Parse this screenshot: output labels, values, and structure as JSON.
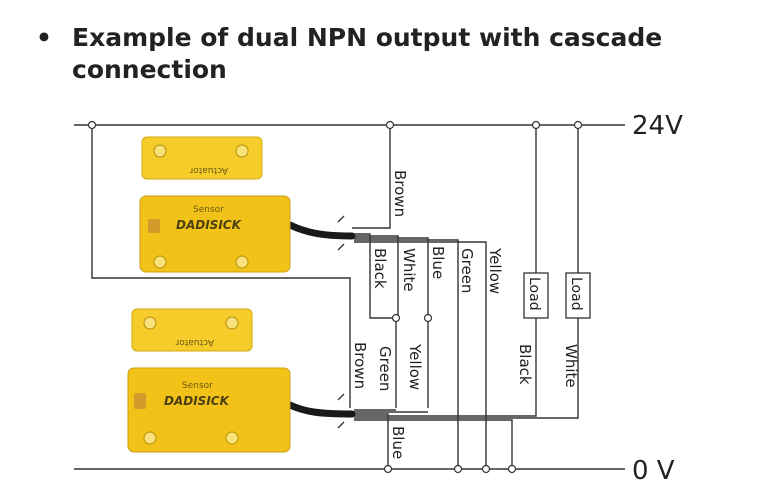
{
  "heading": {
    "bullet": "•",
    "text": "Example of dual NPN output with cascade connection"
  },
  "rails": {
    "top": "24V",
    "bottom": "0 V"
  },
  "devices": {
    "actuator_label": "Actuator",
    "sensor_label": "Sensor",
    "brand": "DADISICK"
  },
  "wires": {
    "s1_brown": "Brown",
    "s1_black": "Black",
    "s1_white": "White",
    "s1_blue": "Blue",
    "s1_green": "Green",
    "s1_yellow": "Yellow",
    "s2_brown": "Brown",
    "s2_green": "Green",
    "s2_yellow": "Yellow",
    "s2_blue": "Blue",
    "load1_black": "Black",
    "load2_white": "White"
  },
  "loads": {
    "load1": "Load",
    "load2": "Load"
  },
  "colors": {
    "sensor_yellow": "#f2c218",
    "wire": "#333333"
  }
}
